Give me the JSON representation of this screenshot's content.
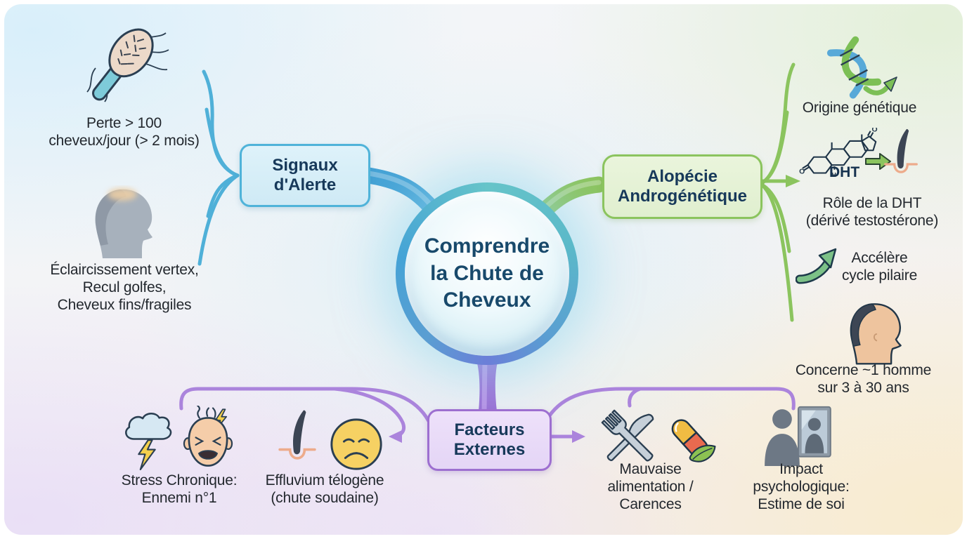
{
  "center": {
    "title_lines": [
      "Comprendre",
      "la Chute de",
      "Cheveux"
    ]
  },
  "colors": {
    "alert_accent": "#45a8d6",
    "androgenetic_accent": "#8bc45e",
    "external_accent": "#9d6fd0",
    "center_text": "#18496b"
  },
  "branches": {
    "alert": {
      "label_lines": [
        "Signaux",
        "d'Alerte"
      ],
      "items": [
        {
          "icon": "hairbrush-icon",
          "text_lines": [
            "Perte > 100",
            "cheveux/jour (> 2 mois)"
          ]
        },
        {
          "icon": "balding-silhouette-icon",
          "text_lines": [
            "Éclaircissement vertex,",
            "Recul golfes,",
            "Cheveux fins/fragiles"
          ]
        }
      ]
    },
    "androgenetic": {
      "label_lines": [
        "Alopécie",
        "Androgénétique"
      ],
      "items": [
        {
          "icon": "dna-arrow-icon",
          "text_lines": [
            "Origine génétique"
          ]
        },
        {
          "icon": "dht-molecule-follicle-icon",
          "molecule_label": "DHT",
          "text_lines": [
            "Rôle de la DHT",
            "(dérivé testostérone)"
          ]
        },
        {
          "icon": "growth-arrow-icon",
          "text_lines": [
            "Accélère",
            "cycle pilaire"
          ]
        },
        {
          "icon": "balding-man-icon",
          "text_lines": [
            "Concerne ~1 homme",
            "sur 3 à 30 ans"
          ]
        }
      ]
    },
    "external": {
      "label_lines": [
        "Facteurs",
        "Externes"
      ],
      "items": [
        {
          "icon": "storm-cloud-stressed-face-icon",
          "text_lines": [
            "Stress Chronique:",
            "Ennemi n°1"
          ]
        },
        {
          "icon": "hair-follicle-sad-face-icon",
          "text_lines": [
            "Effluvium télogène",
            "(chute soudaine)"
          ]
        },
        {
          "icon": "crossed-cutlery-pill-leaf-icon",
          "text_lines": [
            "Mauvaise",
            "alimentation /",
            "Carences"
          ]
        },
        {
          "icon": "person-mirror-icon",
          "text_lines": [
            "Impact",
            "psychologique:",
            "Estime de soi"
          ]
        }
      ]
    }
  }
}
